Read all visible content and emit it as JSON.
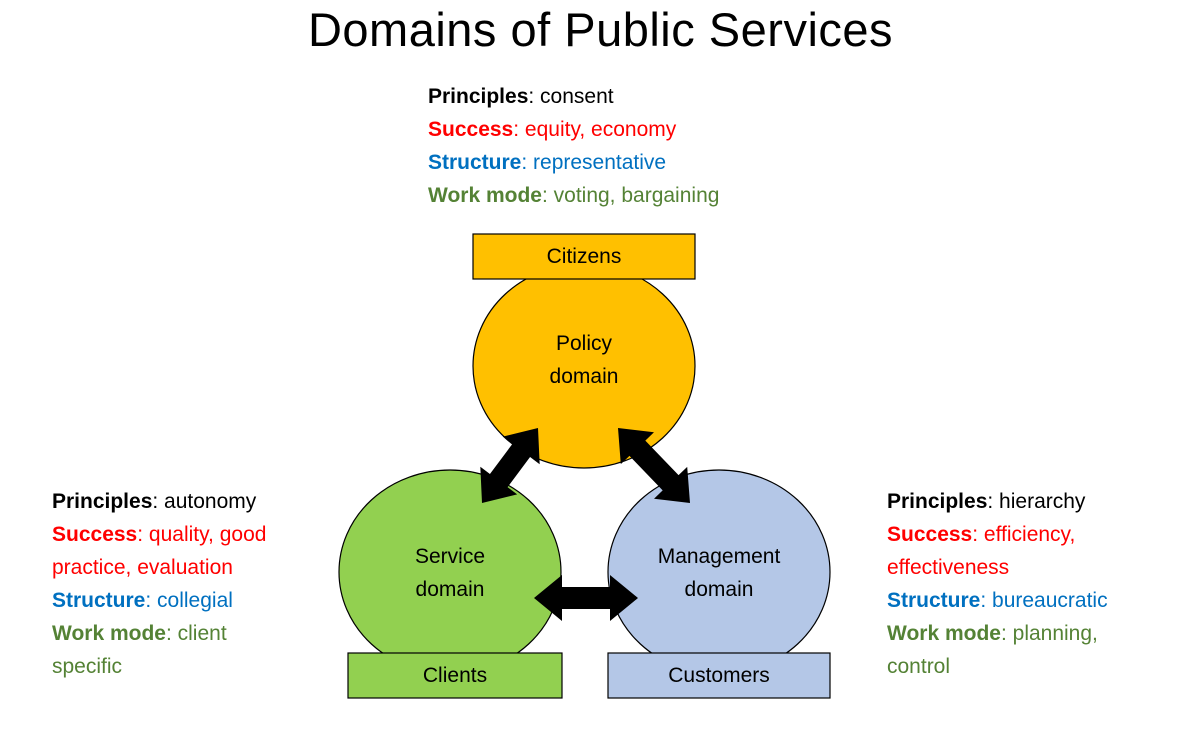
{
  "title": "Domains of Public Services",
  "colors": {
    "policy": "#ffc000",
    "service": "#92d050",
    "management": "#b4c7e7",
    "principles": "#000000",
    "success": "#ff0000",
    "structure": "#0070c0",
    "work_mode": "#548235"
  },
  "domains": {
    "policy": {
      "name": "Policy domain",
      "line1": "Policy",
      "line2": "domain",
      "box": "Citizens"
    },
    "service": {
      "name": "Service domain",
      "line1": "Service",
      "line2": "domain",
      "box": "Clients"
    },
    "management": {
      "name": "Management domain",
      "line1": "Management",
      "line2": "domain",
      "box": "Customers"
    }
  },
  "blocks": {
    "policy": {
      "principles": {
        "label": "Principles",
        "value": ": consent"
      },
      "success": {
        "label": "Success",
        "value": ": equity, economy"
      },
      "structure": {
        "label": "Structure",
        "value": ": representative"
      },
      "work_mode": {
        "label": "Work mode",
        "value": ": voting, bargaining"
      }
    },
    "service": {
      "principles": {
        "label": "Principles",
        "value": ": autonomy"
      },
      "success": {
        "label": "Success",
        "value": ": quality, good practice, evaluation"
      },
      "structure": {
        "label": "Structure",
        "value": ": collegial"
      },
      "work_mode": {
        "label": "Work mode",
        "value": ": client specific"
      }
    },
    "management": {
      "principles": {
        "label": "Principles",
        "value": ": hierarchy"
      },
      "success": {
        "label": "Success",
        "value": ": efficiency, effectiveness"
      },
      "structure": {
        "label": "Structure",
        "value": ": bureaucratic"
      },
      "work_mode": {
        "label": "Work mode",
        "value": ": planning, control"
      }
    }
  }
}
